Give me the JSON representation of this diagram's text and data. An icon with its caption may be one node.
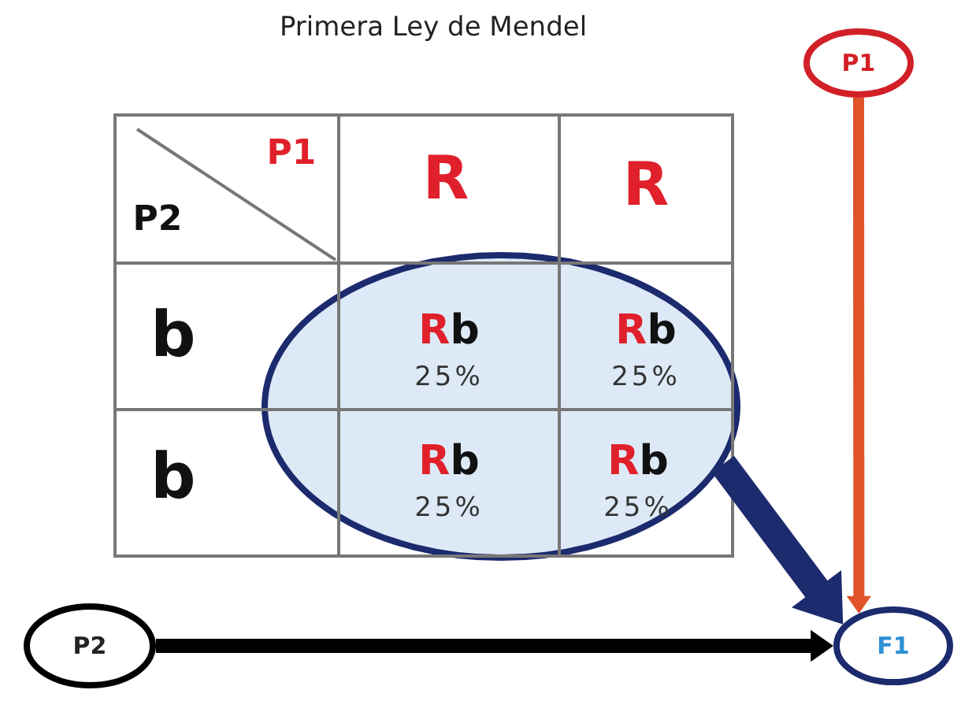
{
  "diagram": {
    "title": "Primera Ley de Mendel",
    "nodes": [
      {
        "text": [
          "P1"
        ]
      },
      {
        "text": [
          "P2"
        ]
      },
      {
        "text": [
          "F1"
        ]
      },
      {
        "text": [],
        "shape": "circle"
      }
    ],
    "edges": [
      {
        "from": 0,
        "to": 2,
        "arrow": "to",
        "color": "#e0522a"
      },
      {
        "from": 1,
        "to": 2,
        "arrow": "to",
        "color": "#000000"
      },
      {
        "from": 3,
        "to": 2,
        "arrow": "to",
        "style": "thick",
        "color": "#1c2b6e"
      }
    ],
    "labels": [
      "P1",
      "P2",
      "R",
      "R",
      "b",
      "Rb",
      "25%",
      "Rb",
      "25%",
      "b",
      "Rb",
      "25%",
      "Rb",
      "25%"
    ]
  }
}
